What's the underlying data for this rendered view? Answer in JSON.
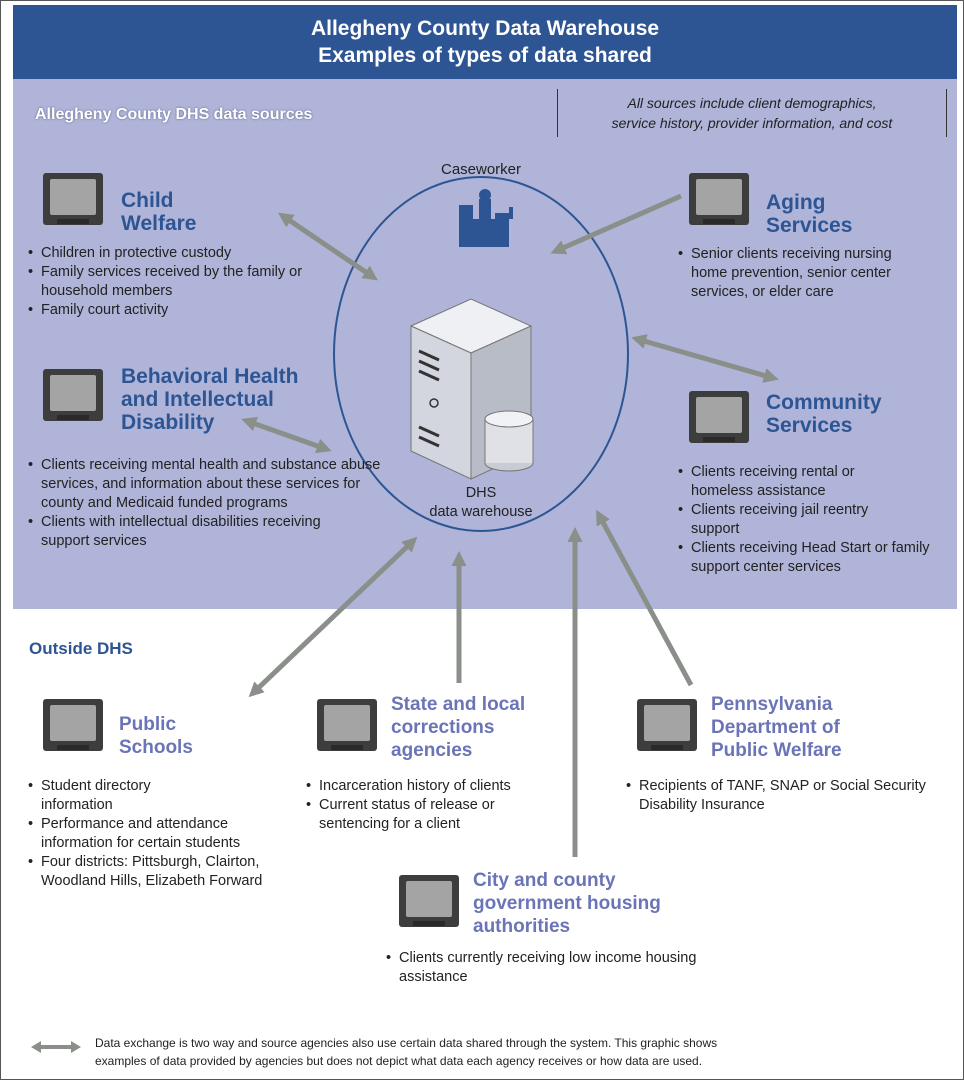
{
  "header": {
    "title_line1": "Allegheny County Data Warehouse",
    "title_line2": "Examples of types of data shared"
  },
  "dhs_sources": {
    "title": "Allegheny County DHS data sources",
    "note_line1": "All sources include client demographics,",
    "note_line2": "service history, provider information, and cost"
  },
  "caseworker_label": "Caseworker",
  "hub": {
    "label_line1": "DHS",
    "label_line2": "data warehouse"
  },
  "nodes": {
    "child_welfare": {
      "title": "Child Welfare",
      "items": [
        "Children in protective custody",
        "Family services received by the family or household members",
        "Family court activity"
      ]
    },
    "aging_services": {
      "title": "Aging Services",
      "items": [
        "Senior clients receiving nursing home prevention, senior center services, or elder care"
      ]
    },
    "behavioral_health": {
      "title": "Behavioral Health and Intellectual Disability",
      "items": [
        "Clients receiving mental health and substance abuse services, and information about these services for county and Medicaid funded programs",
        "Clients with intellectual disabilities receiving support services"
      ]
    },
    "community_services": {
      "title": "Community Services",
      "items": [
        "Clients receiving rental or homeless assistance",
        "Clients receiving jail reentry support",
        "Clients receiving Head Start or family support center services"
      ]
    },
    "public_schools": {
      "title": "Public Schools",
      "items": [
        "Student directory information",
        "Performance and attendance information for certain students",
        "Four districts: Pittsburgh, Clairton, Woodland Hills, Elizabeth Forward"
      ]
    },
    "corrections": {
      "title": "State and local corrections agencies",
      "items": [
        "Incarceration history of clients",
        "Current status of release or sentencing for a client"
      ]
    },
    "public_welfare": {
      "title": "Pennsylvania Department of Public Welfare",
      "items": [
        "Recipients of TANF, SNAP or Social Security Disability Insurance"
      ]
    },
    "housing": {
      "title": "City and county government housing authorities",
      "items": [
        "Clients currently receiving low income housing assistance"
      ]
    }
  },
  "outside_dhs": {
    "title": "Outside DHS"
  },
  "footer": {
    "text_line1": "Data exchange is two way and source agencies also use certain data shared through the system. This graphic shows",
    "text_line2": "examples of data provided by agencies but does not depict what data each agency receives or how data are used."
  },
  "colors": {
    "header_bg": "#2e5593",
    "dhs_panel_bg": "#afb4d8",
    "title_blue": "#2e5593",
    "outside_title": "#6a74b6",
    "arrow_gray": "#8a8f8a"
  },
  "icons": [
    "monitor-icon",
    "server-icon",
    "caseworker-icon",
    "double-arrow-icon"
  ]
}
